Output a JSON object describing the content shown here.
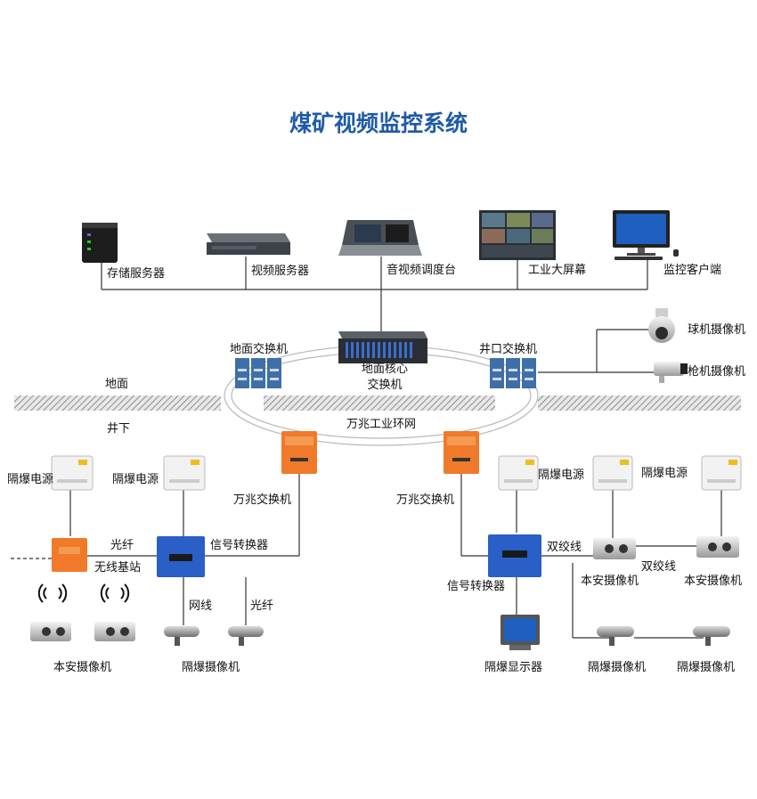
{
  "title": "煤矿视频监控系统",
  "top_devices": {
    "storage": "存储服务器",
    "video_server": "视频服务器",
    "console": "音视频调度台",
    "big_screen": "工业大屏幕",
    "client": "监控客户端"
  },
  "right_cameras": {
    "dome": "球机摄像机",
    "gun": "枪机摄像机"
  },
  "ring": {
    "ground_switch": "地面交换机",
    "shaft_switch": "井口交换机",
    "core_line1": "地面核心",
    "core_line2": "交换机",
    "ring_label": "万兆工业环网",
    "surface": "地面",
    "underground": "井下"
  },
  "left_underground": {
    "psu1": "隔爆电源",
    "psu2": "隔爆电源",
    "switch": "万兆交换机",
    "fiber1": "光纤",
    "converter": "信号转换器",
    "base_station": "无线基站",
    "cable": "网线",
    "fiber2": "光纤",
    "safe_cameras": "本安摄像机",
    "explosion_cameras": "隔爆摄像机"
  },
  "right_underground": {
    "switch": "万兆交换机",
    "psu1": "隔爆电源",
    "psu2": "隔爆电源",
    "converter": "信号转换器",
    "twisted1": "双绞线",
    "twisted2": "双绞线",
    "safe_camera1": "本安摄像机",
    "safe_camera2": "本安摄像机",
    "display": "隔爆显示器",
    "explosion_camera1": "隔爆摄像机",
    "explosion_camera2": "隔爆摄像机"
  },
  "colors": {
    "title": "#1f5aa6",
    "orange_box": "#f07a2a",
    "blue_box": "#2a5fc8",
    "switch_blue": "#3b6fae",
    "line": "#333333"
  }
}
